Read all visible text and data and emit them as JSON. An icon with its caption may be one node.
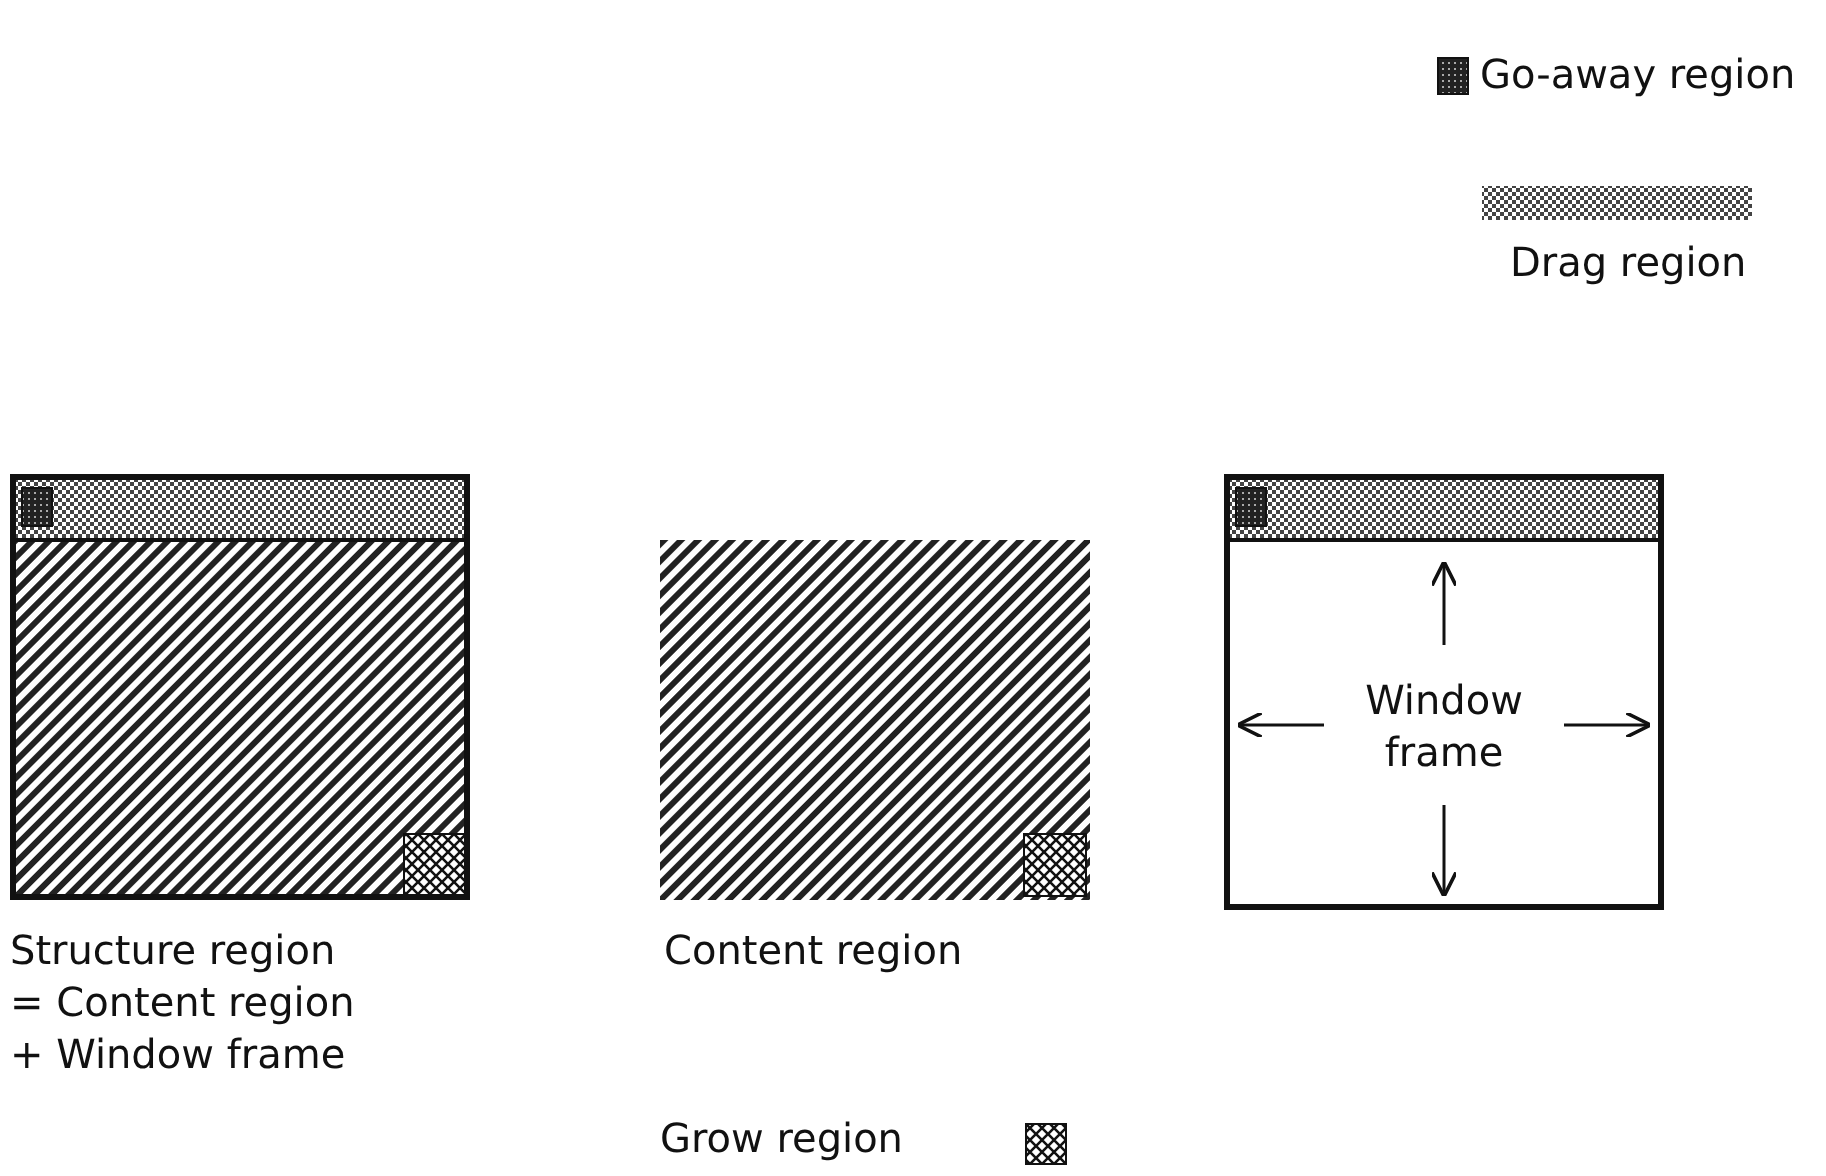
{
  "diagram": {
    "nodes": [
      {
        "text": [],
        "shape": "box",
        "beside": [
          "Structure region = Content region + Window frame"
        ]
      },
      {
        "text": [],
        "shape": "box",
        "beside": [
          "Content region"
        ]
      },
      {
        "text": [
          "Window frame"
        ]
      }
    ],
    "edges": [],
    "legend": [
      {
        "text": "Go-away region"
      },
      {
        "text": "Drag region"
      },
      {
        "text": "Grow region"
      }
    ]
  }
}
